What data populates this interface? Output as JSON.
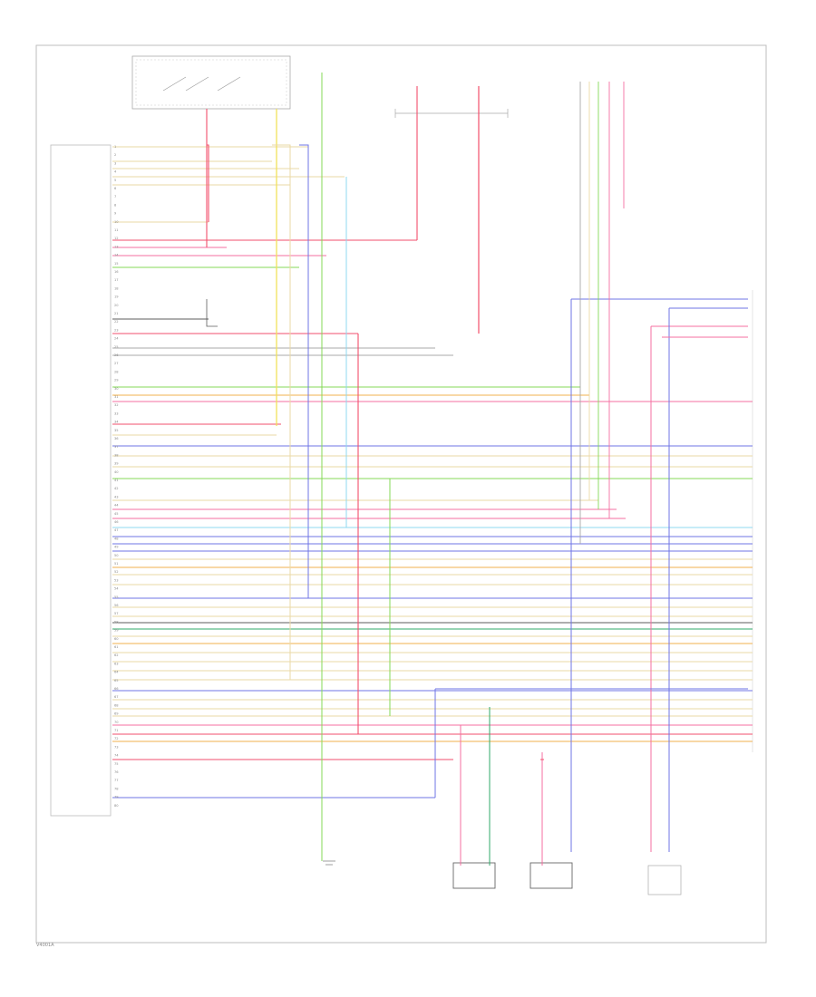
{
  "page_code": "V4001A",
  "modules": [
    {
      "id": "controller",
      "label": ""
    },
    {
      "id": "junction",
      "label": ""
    },
    {
      "id": "sensor-a",
      "label": ""
    },
    {
      "id": "sensor-b",
      "label": ""
    },
    {
      "id": "sensor-c",
      "label": ""
    },
    {
      "id": "sensor-d",
      "label": ""
    }
  ],
  "wire_colors": {
    "red": "#f24f6c",
    "pink": "#f46fa2",
    "yellow": "#f2e25a",
    "tan": "#ead9a6",
    "blue": "#6f74e6",
    "light_blue": "#8fd8f0",
    "green": "#84d957",
    "dark_green": "#2fa86a",
    "orange": "#f2b24e",
    "violet": "#b58be8",
    "gray": "#a8a8a8",
    "dark_gray": "#5c5c5c"
  }
}
